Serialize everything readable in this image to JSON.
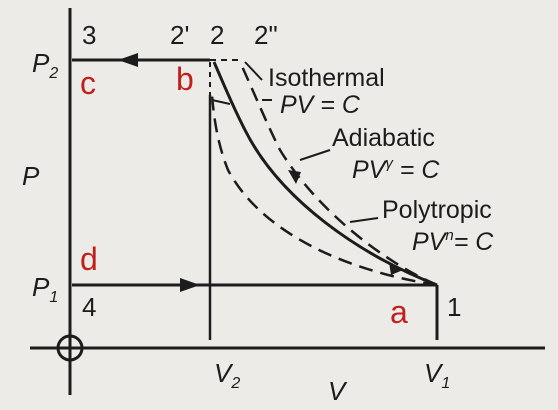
{
  "labels": {
    "p_axis": "P",
    "v_axis": "V",
    "p2": "P",
    "p2_sub": "2",
    "p1": "P",
    "p1_sub": "1",
    "v2": "V",
    "v2_sub": "2",
    "v1": "V",
    "v1_sub": "1",
    "pt3": "3",
    "pt2p": "2'",
    "pt2": "2",
    "pt2pp": "2\"",
    "pt4": "4",
    "pt1": "1"
  },
  "annotations": {
    "isothermal": "Isothermal",
    "isothermal_eq": "PV = C",
    "adiabatic": "Adiabatic",
    "adiabatic_eq_a": "PV",
    "adiabatic_eq_exp": "γ",
    "adiabatic_eq_b": " = C",
    "polytropic": "Polytropic",
    "polytropic_eq_a": "PV",
    "polytropic_eq_exp": "n",
    "polytropic_eq_b": "= C"
  },
  "overlay_letters": {
    "a": "a",
    "b": "b",
    "c": "c",
    "d": "d",
    "color": "#c0201c"
  },
  "colors": {
    "ink": "#1c1c1c",
    "paper": "#ecebe7"
  }
}
